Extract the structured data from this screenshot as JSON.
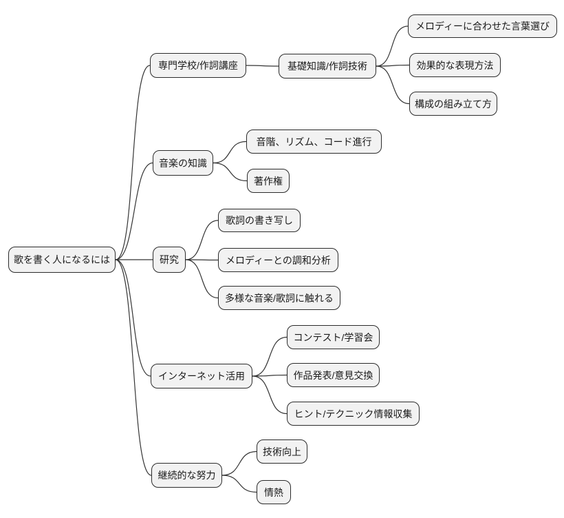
{
  "diagram": {
    "type": "mindmap",
    "direction": "left-to-right",
    "style": {
      "background": "#ffffff",
      "node_fill": "#f2f2f2",
      "node_border": "#2b2b2b",
      "edge_color": "#333333"
    },
    "root": {
      "id": "root",
      "label": "歌を書く人になるには",
      "children": [
        {
          "id": "school",
          "label": "専門学校/作詞講座",
          "children": [
            {
              "id": "basics",
              "label": "基礎知識/作詞技術",
              "children": [
                {
                  "id": "word-choice",
                  "label": "メロディーに合わせた言葉選び",
                  "children": []
                },
                {
                  "id": "expression",
                  "label": "効果的な表現方法",
                  "children": []
                },
                {
                  "id": "structure",
                  "label": "構成の組み立て方",
                  "children": []
                }
              ]
            }
          ]
        },
        {
          "id": "music-knowledge",
          "label": "音楽の知識",
          "children": [
            {
              "id": "scales",
              "label": "音階、リズム、コード進行",
              "children": []
            },
            {
              "id": "copyright",
              "label": "著作権",
              "children": []
            }
          ]
        },
        {
          "id": "research",
          "label": "研究",
          "children": [
            {
              "id": "transcribe",
              "label": "歌詞の書き写し",
              "children": []
            },
            {
              "id": "harmony",
              "label": "メロディーとの調和分析",
              "children": []
            },
            {
              "id": "exposure",
              "label": "多様な音楽/歌詞に触れる",
              "children": []
            }
          ]
        },
        {
          "id": "internet",
          "label": "インターネット活用",
          "children": [
            {
              "id": "contests",
              "label": "コンテスト/学習会",
              "children": []
            },
            {
              "id": "publish",
              "label": "作品発表/意見交換",
              "children": []
            },
            {
              "id": "tips",
              "label": "ヒント/テクニック情報収集",
              "children": []
            }
          ]
        },
        {
          "id": "effort",
          "label": "継続的な努力",
          "children": [
            {
              "id": "improve",
              "label": "技術向上",
              "children": []
            },
            {
              "id": "passion",
              "label": "情熱",
              "children": []
            }
          ]
        }
      ]
    }
  }
}
